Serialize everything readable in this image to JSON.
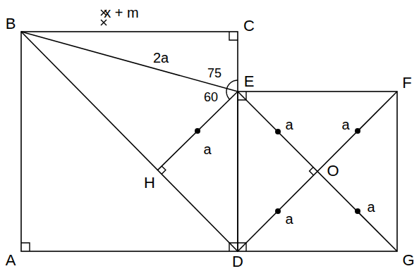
{
  "diagram": {
    "labels": [
      "B",
      "x + m",
      "C",
      "2a",
      "75",
      "E",
      "F",
      "60",
      "a",
      "a",
      "a",
      "H",
      "O",
      "a",
      "a",
      "A",
      "D",
      "G"
    ]
  }
}
